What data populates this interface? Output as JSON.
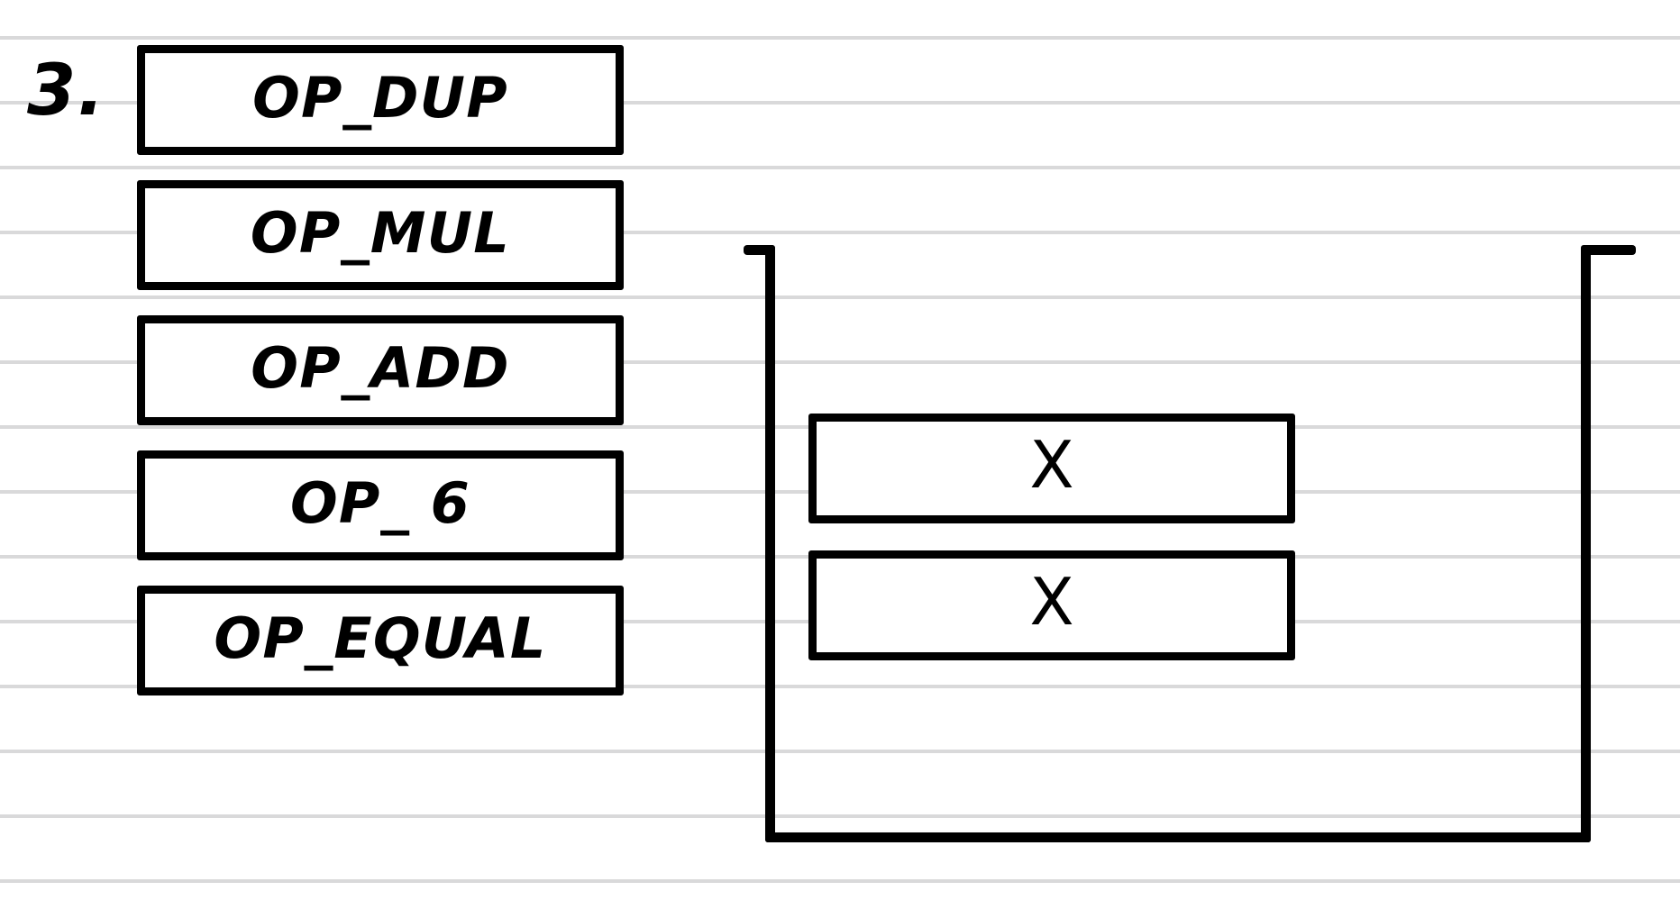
{
  "page": {
    "background_color": "#ffffff",
    "ink_color": "#000000",
    "rule_color": "#d9d9da",
    "ruled_line_positions": [
      40,
      112,
      184,
      256,
      328,
      400,
      472,
      544,
      616,
      688,
      760,
      832,
      904,
      976
    ]
  },
  "diagram": {
    "item_number": "3.",
    "script_stack": {
      "name": "script-opcode-stack",
      "items": [
        {
          "label": "OP_DUP"
        },
        {
          "label": "OP_MUL"
        },
        {
          "label": "OP_ADD"
        },
        {
          "label": "OP_ 6"
        },
        {
          "label": "OP_EQUAL"
        }
      ]
    },
    "value_stack": {
      "name": "bracketed-value-stack",
      "bracket": {
        "left_hook_icon": "bracket-left-icon",
        "right_hook_icon": "bracket-right-icon",
        "base_icon": "bracket-base-icon"
      },
      "items": [
        {
          "label": "X"
        },
        {
          "label": "X"
        }
      ]
    }
  }
}
